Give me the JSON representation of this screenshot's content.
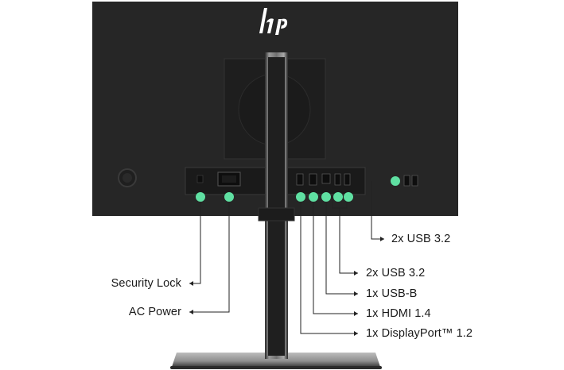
{
  "brand": {
    "logo_text": "hp"
  },
  "callouts": [
    {
      "id": "security-lock",
      "label": "Security Lock"
    },
    {
      "id": "ac-power",
      "label": "AC Power"
    },
    {
      "id": "usb-right",
      "label": "2x USB 3.2"
    },
    {
      "id": "usb-rear",
      "label": "2x USB 3.2"
    },
    {
      "id": "usb-b",
      "label": "1x USB-B"
    },
    {
      "id": "hdmi",
      "label": "1x HDMI 1.4"
    },
    {
      "id": "displayport",
      "label": "1x DisplayPort™ 1.2"
    }
  ],
  "colors": {
    "monitor": "#262626",
    "stand": "#7a7a7a",
    "dot": "#5fe0a2",
    "leader": "#222222"
  }
}
